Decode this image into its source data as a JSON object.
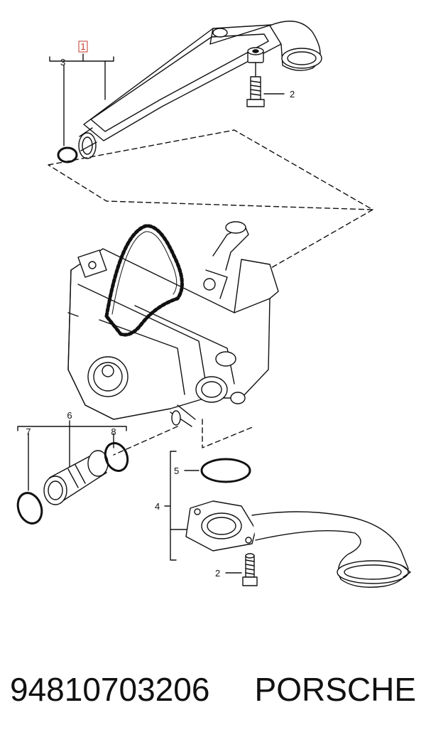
{
  "diagram": {
    "callouts": {
      "c1": "1",
      "c2a": "2",
      "c2b": "2",
      "c3": "3",
      "c4": "4",
      "c5": "5",
      "c6": "6",
      "c7": "7",
      "c8": "8"
    },
    "highlight_color": "#c0392b"
  },
  "footer": {
    "part_number": "94810703206",
    "brand": "PORSCHE"
  }
}
